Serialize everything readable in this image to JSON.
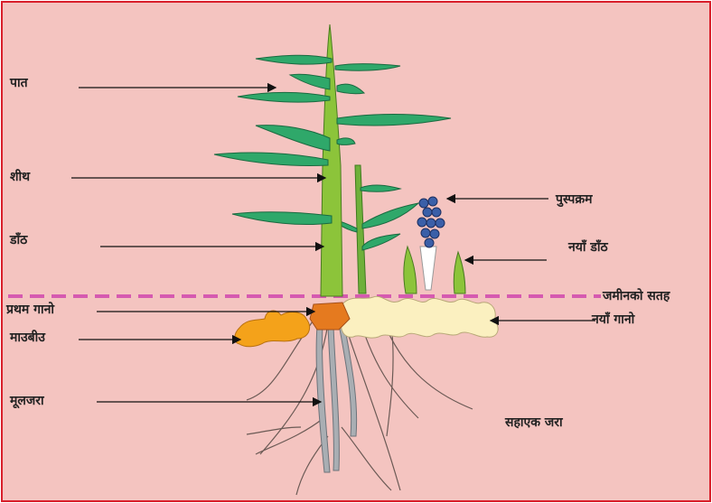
{
  "labels": {
    "leaf": "पात",
    "sheath": "शीथ",
    "stem": "डाँठ",
    "first_rhizome": "प्रथम गानो",
    "mother_seed": "माउबीउ",
    "main_root": "मूलजरा",
    "inflorescence": "पुस्पक्रम",
    "new_stem": "नयाँ डाँठ",
    "ground_surface": "जमीनको सतह",
    "new_rhizome": "नयाँ गानो",
    "adventitious_root": "सहाएक जरा"
  },
  "colors": {
    "background": "#f4c4c0",
    "border": "#d81e2a",
    "leaf": "#2fa86a",
    "stem": "#8cc43a",
    "ground_line": "#d65ab0",
    "first_rhizome": "#e57a1f",
    "mother_seed": "#f4a21a",
    "new_rhizome": "#fbf0c0",
    "root": "#9aa0a6",
    "flower": "#3a5fa8"
  }
}
